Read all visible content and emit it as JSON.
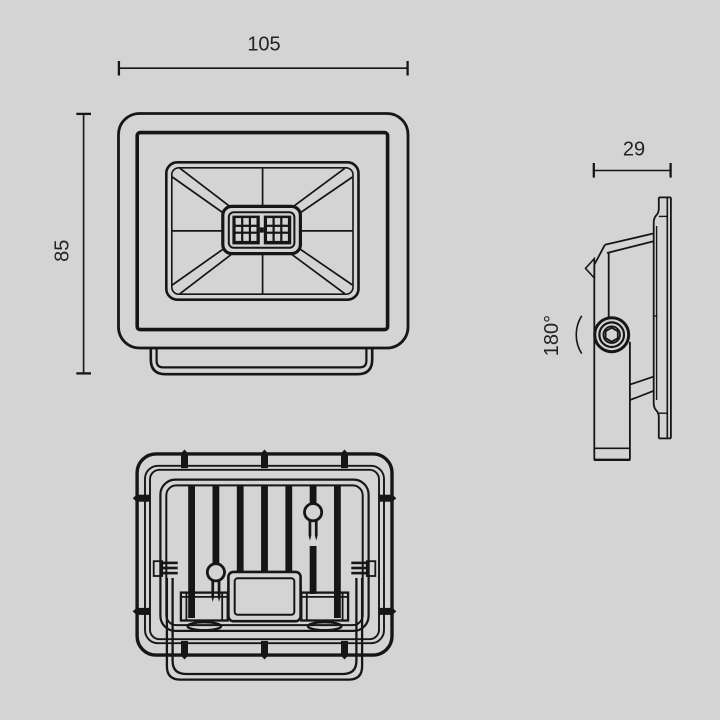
{
  "title": "Floodlight dimensional technical drawing",
  "colors": {
    "background": "#d4d4d4",
    "line": "#161616",
    "text": "#222222"
  },
  "dimensions": {
    "front_width": "105",
    "front_height": "85",
    "side_depth": "29",
    "rotation": "180°"
  }
}
